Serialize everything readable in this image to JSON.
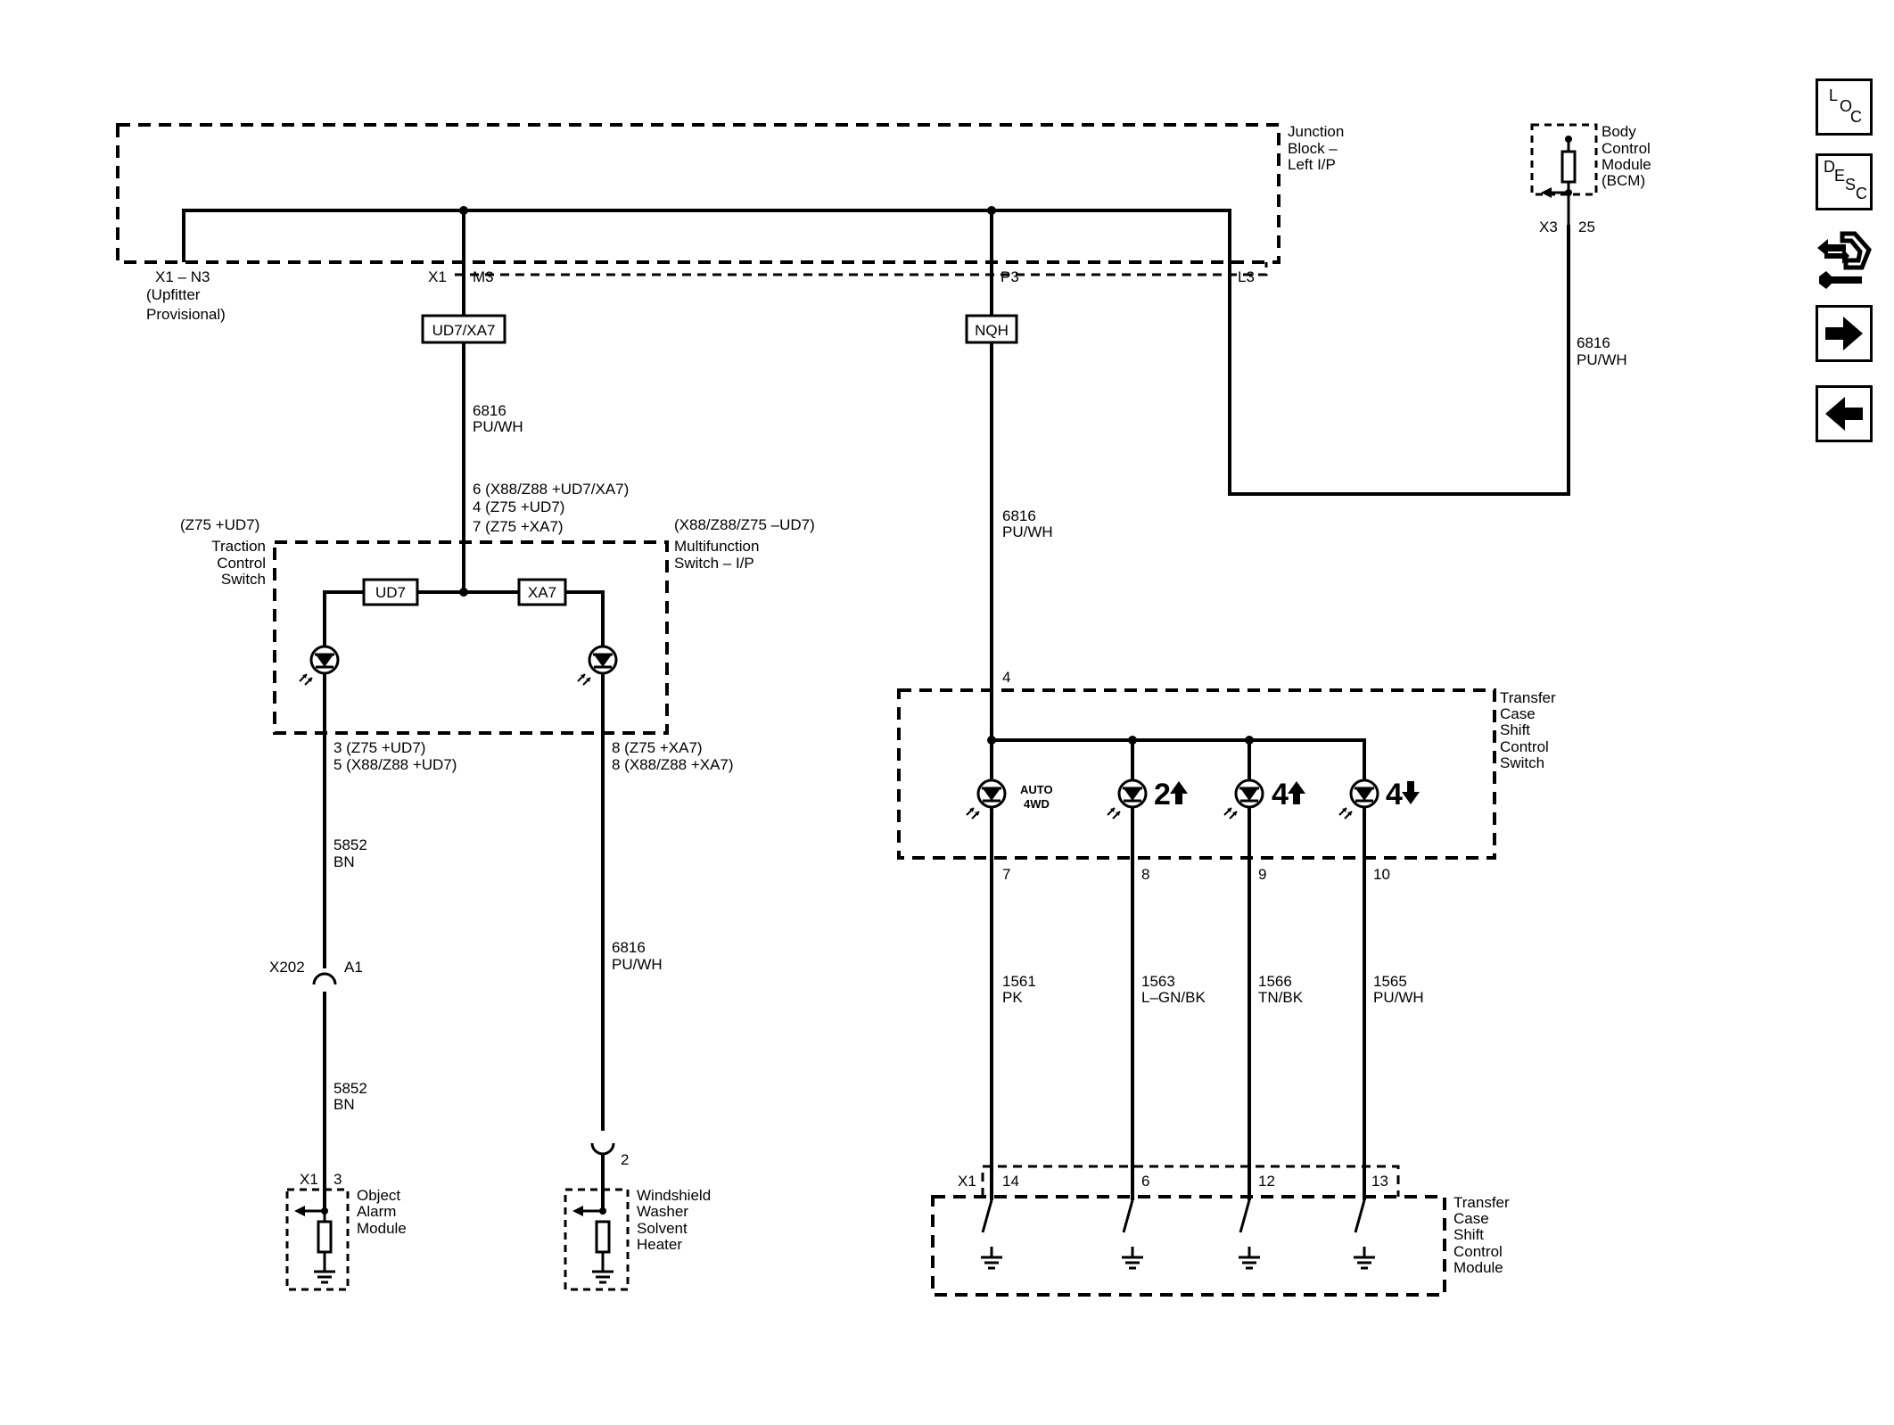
{
  "junction_block": {
    "name_l1": "Junction",
    "name_l2": "Block –",
    "name_l3": "Left I/P",
    "pin_x1_n3": "X1 – N3",
    "upfitter_l1": "(Upfitter",
    "upfitter_l2": "Provisional)",
    "conn_x1": "X1",
    "pin_m3": "M3",
    "pin_p3": "P3",
    "pin_l3": "L3"
  },
  "bcm": {
    "name_l1": "Body",
    "name_l2": "Control",
    "name_l3": "Module",
    "name_l4": "(BCM)",
    "conn": "X3",
    "pin": "25",
    "wire_num": "6816",
    "wire_color": "PU/WH"
  },
  "options": {
    "ud7xa7": "UD7/XA7",
    "nqh": "NQH",
    "ud7": "UD7",
    "xa7": "XA7"
  },
  "wire_m3": {
    "num": "6816",
    "color": "PU/WH",
    "pin_l1": "6 (X88/Z88 +UD7/XA7)",
    "pin_l2": "4 (Z75 +UD7)",
    "pin_l3": "7 (Z75 +XA7)"
  },
  "wire_p3": {
    "num": "6816",
    "color": "PU/WH"
  },
  "traction_switch": {
    "cond": "(Z75 +UD7)",
    "name_l1": "Traction",
    "name_l2": "Control",
    "name_l3": "Switch",
    "pin_l1": "3 (Z75 +UD7)",
    "pin_l2": "5 (X88/Z88 +UD7)"
  },
  "multifunction_switch": {
    "cond": "(X88/Z88/Z75 –UD7)",
    "name_l1": "Multifunction",
    "name_l2": "Switch – I/P",
    "pin_l1": "8 (Z75 +XA7)",
    "pin_l2": "8 (X88/Z88 +XA7)"
  },
  "wire_5852": {
    "num": "5852",
    "color": "BN"
  },
  "x202": {
    "conn": "X202",
    "pin": "A1"
  },
  "wire_5852_lower": {
    "num": "5852",
    "color": "BN"
  },
  "wire_washer": {
    "num": "6816",
    "color": "PU/WH"
  },
  "object_alarm": {
    "conn": "X1",
    "pin": "3",
    "name_l1": "Object",
    "name_l2": "Alarm",
    "name_l3": "Module"
  },
  "washer_heater": {
    "pin": "2",
    "name_l1": "Windshield",
    "name_l2": "Washer",
    "name_l3": "Solvent",
    "name_l4": "Heater"
  },
  "tc_shift_switch": {
    "name_l1": "Transfer",
    "name_l2": "Case",
    "name_l3": "Shift",
    "name_l4": "Control",
    "name_l5": "Switch",
    "pin_in": "4",
    "pin_7": "7",
    "pin_8": "8",
    "pin_9": "9",
    "pin_10": "10",
    "auto_l1": "AUTO",
    "auto_l2": "4WD",
    "two_hi": "2",
    "four_hi": "4",
    "four_lo": "4"
  },
  "tc_wires": [
    {
      "num": "1561",
      "color": "PK"
    },
    {
      "num": "1563",
      "color": "L–GN/BK"
    },
    {
      "num": "1566",
      "color": "TN/BK"
    },
    {
      "num": "1565",
      "color": "PU/WH"
    }
  ],
  "tc_module": {
    "conn": "X1",
    "pin_14": "14",
    "pin_6": "6",
    "pin_12": "12",
    "pin_13": "13",
    "name_l1": "Transfer",
    "name_l2": "Case",
    "name_l3": "Shift",
    "name_l4": "Control",
    "name_l5": "Module"
  },
  "nav": {
    "loc_l": "L",
    "loc_o": "O",
    "loc_c": "C",
    "desc_d": "D",
    "desc_e": "E",
    "desc_s": "S",
    "desc_c": "C"
  }
}
